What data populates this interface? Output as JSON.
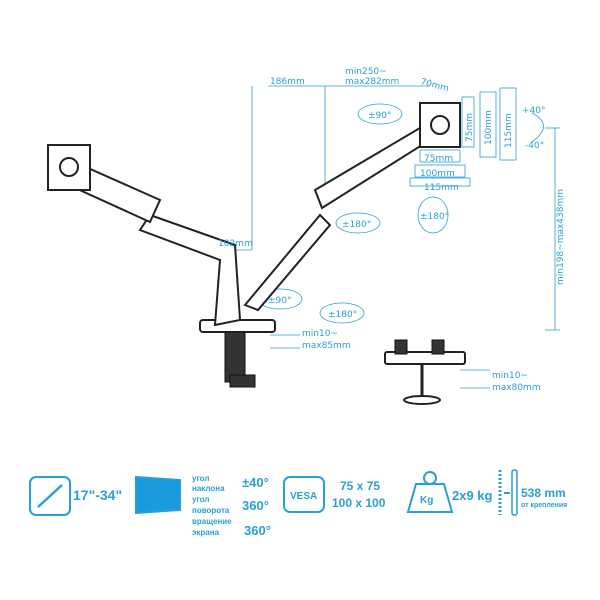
{
  "colors": {
    "accent": "#2a9fd6",
    "line": "#222222"
  },
  "dimensions": {
    "arm_reach": "186mm",
    "arm_extension": [
      "min250~",
      "max282mm"
    ],
    "vesa_offset": "70mm",
    "vesa_v": [
      "75mm",
      "100mm",
      "115mm"
    ],
    "vesa_h": [
      "75mm",
      "100mm",
      "115mm"
    ],
    "pole_height": "min198~max438mm",
    "lower_arm": "102mm",
    "clamp_range": [
      "min10~",
      "max85mm"
    ],
    "grommet_range": [
      "min10~",
      "max80mm"
    ]
  },
  "rotations": {
    "swivel_top": "±90°",
    "swivel_mid": "±180°",
    "rotate_screen": "±180°",
    "tilt_up": "+40°",
    "tilt_down": "-40°",
    "swivel_base": "±90°",
    "swivel_base2": "±180°"
  },
  "specs": {
    "screen_size": "17\"-34\"",
    "tilt_label": [
      "угол",
      "наклона"
    ],
    "tilt_value": "±40°",
    "swivel_label": [
      "угол",
      "поворота"
    ],
    "swivel_value": "360°",
    "rotation_label": [
      "вращение",
      "экрана"
    ],
    "rotation_value": "360°",
    "vesa_icon_label": "VESA",
    "vesa_values": [
      "75 x 75",
      "100 x 100"
    ],
    "weight_icon_label": "Kg",
    "weight_value": "2x9 kg",
    "distance_value": "538 mm",
    "distance_label": "от крепления"
  }
}
